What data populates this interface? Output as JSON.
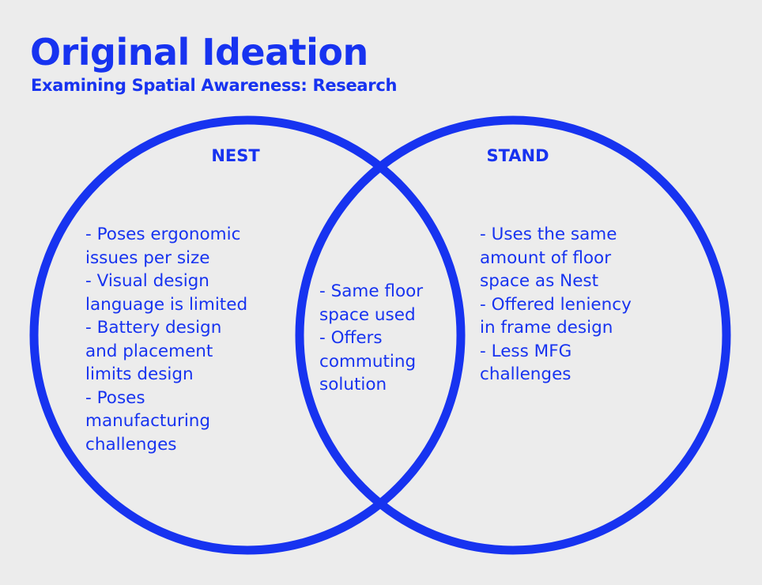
{
  "header": {
    "title": "Original Ideation",
    "subtitle": "Examining Spatial Awareness: Research"
  },
  "colors": {
    "accent": "#1733f0",
    "background": "#ececec"
  },
  "venn": {
    "left": {
      "label": "NEST",
      "lines": [
        "- Poses ergonomic",
        "issues per size",
        "- Visual design",
        "language is limited",
        "- Battery design",
        "and placement",
        "limits design",
        "- Poses",
        "manufacturing",
        "challenges"
      ]
    },
    "overlap": {
      "lines": [
        "- Same floor",
        "space used",
        "- Offers",
        "commuting",
        "solution"
      ]
    },
    "right": {
      "label": "STAND",
      "lines": [
        "- Uses the same",
        "amount of floor",
        "space as Nest",
        "- Offered leniency",
        "in frame design",
        "- Less MFG",
        "challenges"
      ]
    }
  }
}
